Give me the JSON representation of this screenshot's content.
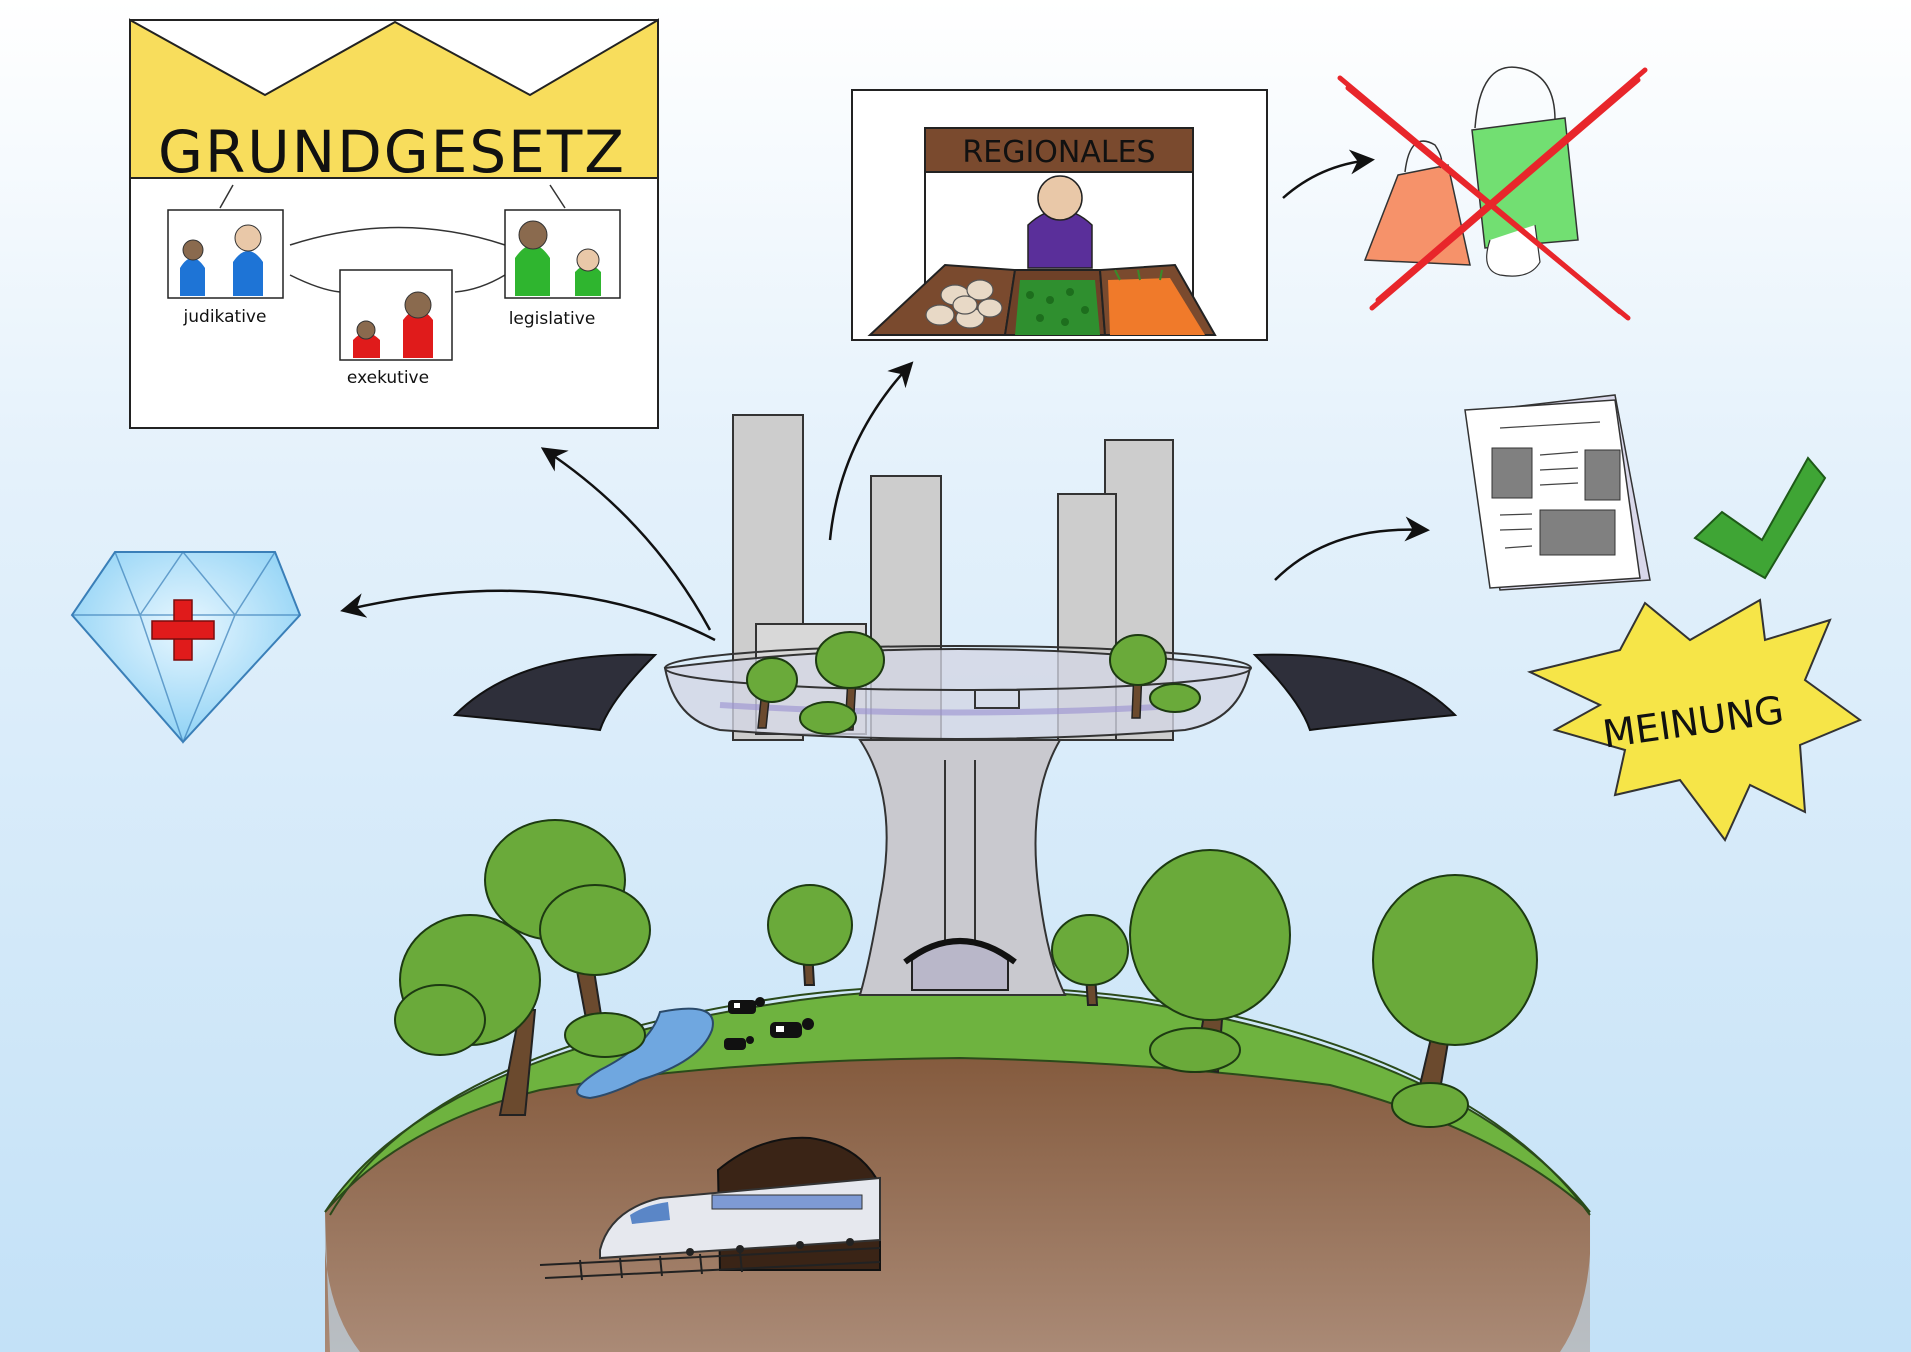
{
  "grundgesetz": {
    "title": "GRUNDGESETZ",
    "judikative": "judikative",
    "exekutive": "exekutive",
    "legislative": "legislative"
  },
  "market": {
    "sign": "REGIONALES"
  },
  "opinion": {
    "label": "MEINUNG"
  },
  "colors": {
    "crown": "#f8dd5c",
    "judikative": "#1e74d6",
    "exekutive": "#e01b1b",
    "legislative": "#2fb52f",
    "sign_wood": "#7a4a2e",
    "grass": "#6eb33f",
    "soil": "#7a4a2e",
    "check": "#3fa535",
    "cross": "#e8262b",
    "starburst": "#f6e548"
  },
  "icons": [
    "health-diamond-icon",
    "shopping-bags-icon",
    "newspaper-icon",
    "checkmark-icon",
    "train-icon",
    "cow-icon",
    "tree-icon"
  ]
}
